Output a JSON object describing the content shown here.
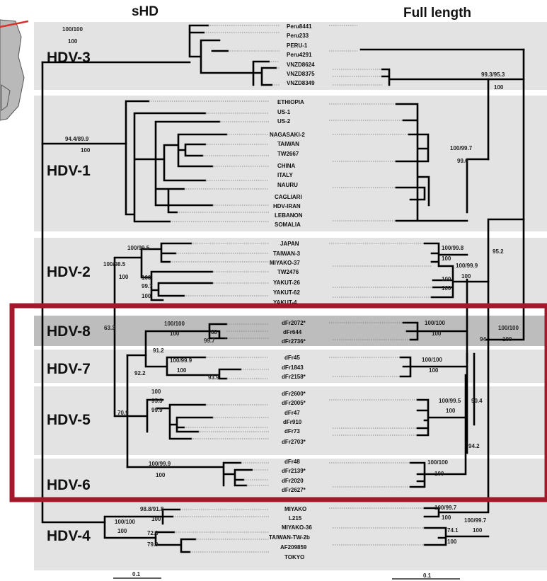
{
  "headers": {
    "left": "sHD",
    "right": "Full length"
  },
  "colors": {
    "band": "#e3e3e3",
    "band_dark": "#bdbdbd",
    "highlight_box": "#a3182a",
    "map_accent": "#d9312b"
  },
  "groups": [
    {
      "id": "hdv3",
      "label": "HDV-3"
    },
    {
      "id": "hdv1",
      "label": "HDV-1"
    },
    {
      "id": "hdv2",
      "label": "HDV-2"
    },
    {
      "id": "hdv8",
      "label": "HDV-8"
    },
    {
      "id": "hdv7",
      "label": "HDV-7"
    },
    {
      "id": "hdv5",
      "label": "HDV-5"
    },
    {
      "id": "hdv6",
      "label": "HDV-6"
    },
    {
      "id": "hdv4",
      "label": "HDV-4"
    }
  ],
  "leaves": [
    "Peru8441",
    "Peru233",
    "PERU-1",
    "Peru4291",
    "VNZD8624",
    "VNZD8375",
    "VNZD8349",
    "ETHIOPIA",
    "US-1",
    "US-2",
    "NAGASAKI-2",
    "TAIWAN",
    "TW2667",
    "CHINA",
    "ITALY",
    "NAURU",
    "CAGLIARI",
    "HDV-IRAN",
    "LEBANON",
    "SOMALIA",
    "JAPAN",
    "TAIWAN-3",
    "MIYAKO-37",
    "TW2476",
    "YAKUT-26",
    "YAKUT-62",
    "YAKUT-4",
    "dFr2072*",
    "dFr644",
    "dFr2736*",
    "dFr45",
    "dFr1843",
    "dFr2158*",
    "dFr2600*",
    "dFr2005*",
    "dFr47",
    "dFr910",
    "dFr73",
    "dFr2703*",
    "dFr48",
    "dFr2139*",
    "dFr2020",
    "dFr2627*",
    "MIYAKO",
    "L215",
    "MIYAKO-36",
    "TAIWAN-TW-2b",
    "AF209859",
    "TOKYO"
  ],
  "supports": {
    "left": [
      "100/100",
      "100",
      "94.4/89.9",
      "100",
      "100/99.5",
      "100/98.5",
      "100",
      "100",
      "99.7",
      "100",
      "63.3",
      "100/100",
      "100",
      "68",
      "99.7",
      "91.2",
      "100/99.9",
      "100",
      "93.9",
      "92.2",
      "100",
      "95.3",
      "99.9",
      "70.9",
      "100/99.9",
      "100",
      "98.8/91.8",
      "100",
      "100/100",
      "100",
      "72.6",
      "79.9"
    ],
    "right": [
      "99.3/95.3",
      "100",
      "100/99.7",
      "99.6",
      "100/99.8",
      "100",
      "100/99.9",
      "100",
      "95.2",
      "100",
      "100",
      "100/100",
      "100",
      "100/100",
      "94",
      "100",
      "100/100",
      "100",
      "100/99.5",
      "100",
      "90.4",
      "94.2",
      "100/100",
      "100",
      "100/99.7",
      "100",
      "100/99.7",
      "74.1",
      "100",
      "100"
    ]
  },
  "scale_bars": {
    "left": "0.1",
    "right": "0.1"
  }
}
